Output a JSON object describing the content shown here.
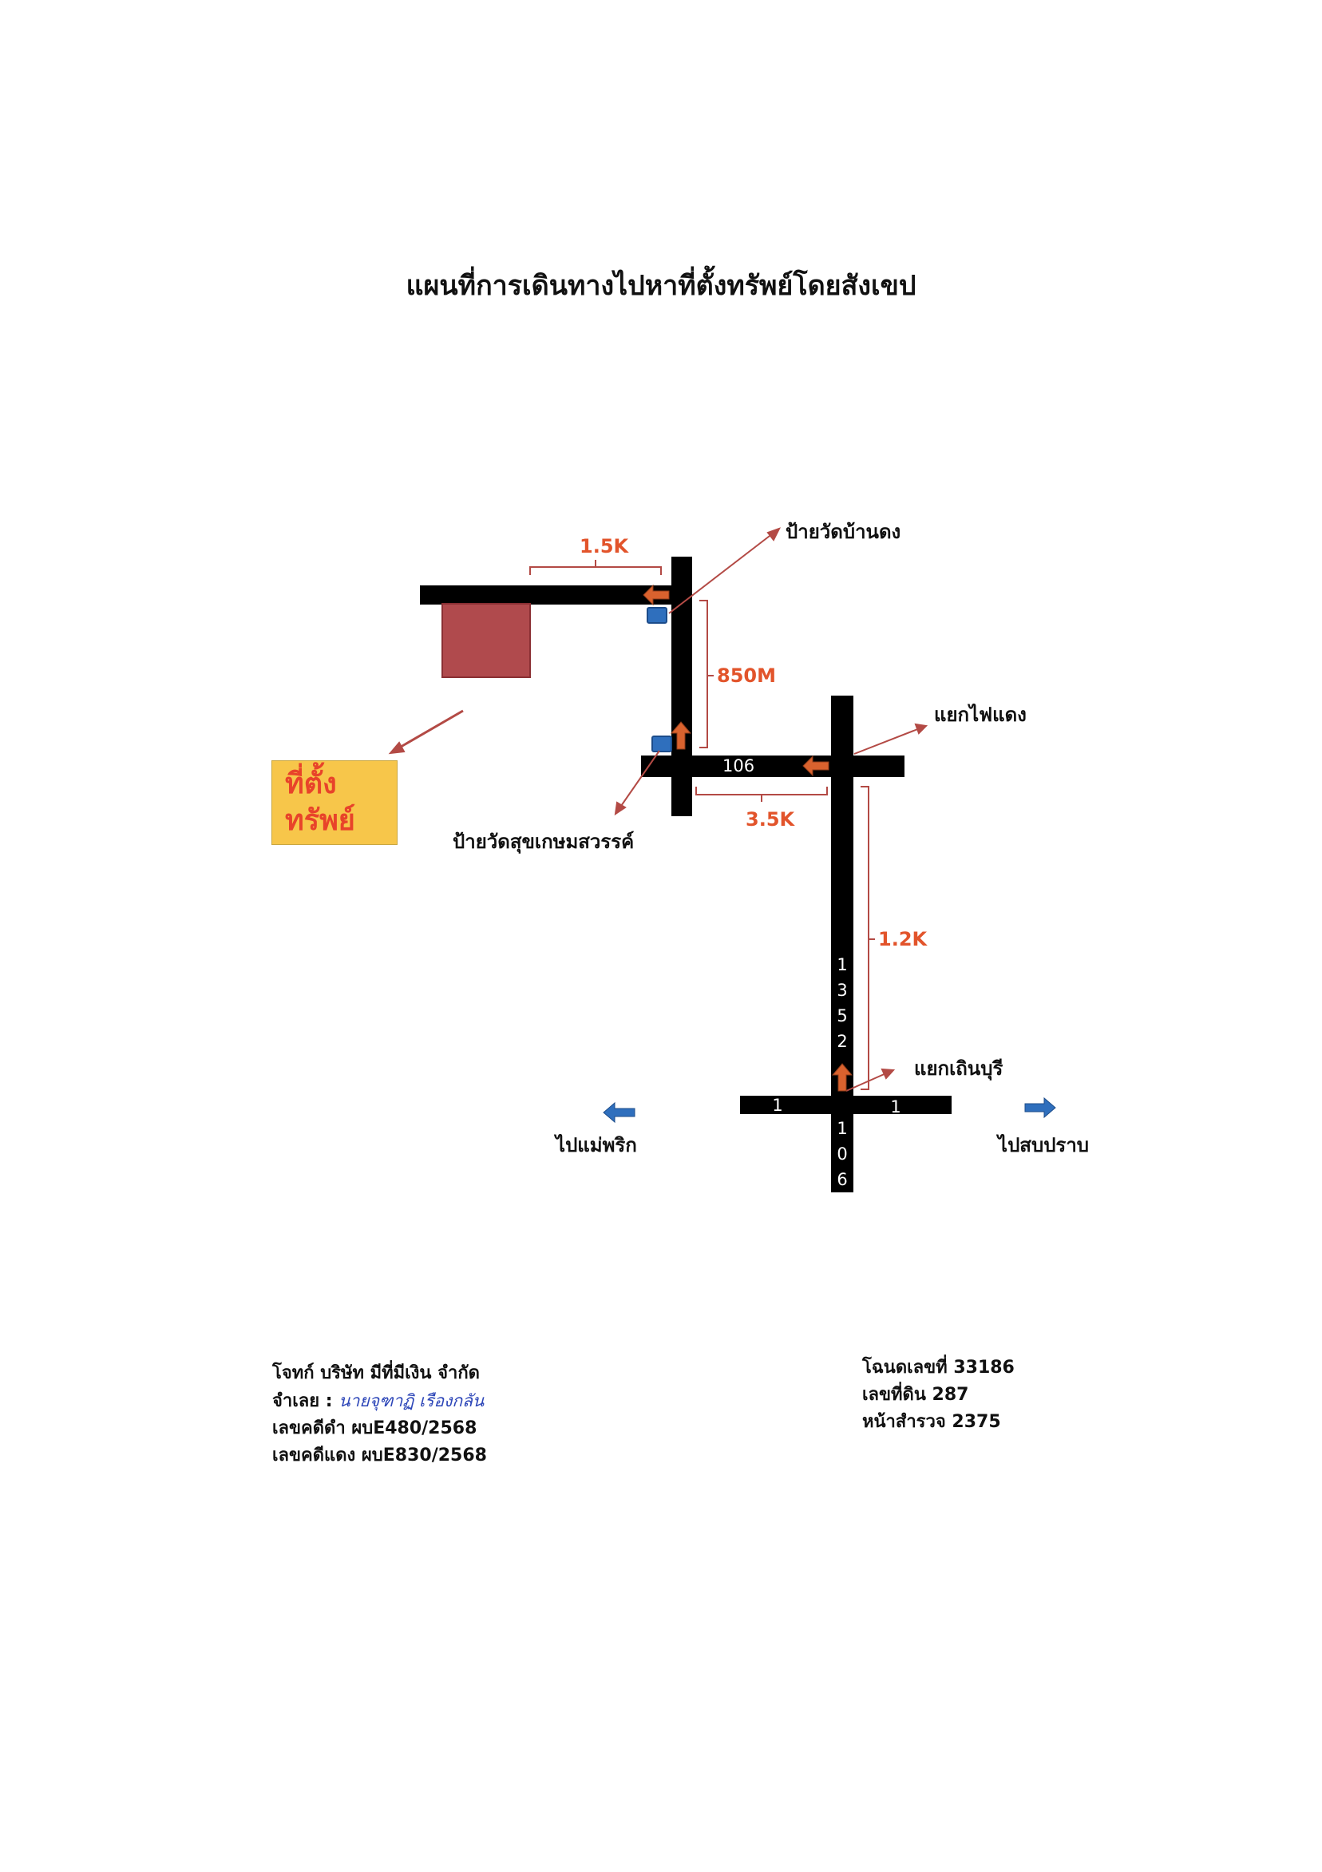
{
  "title": "แผนที่การเดินทางไปหาที่ตั้งทรัพย์โดยสังเขป",
  "target": {
    "line1": "ที่ตั้ง",
    "line2": "ทรัพย์"
  },
  "landmarks": {
    "wat_ban_dong": "ป้ายวัดบ้านดง",
    "traffic_light": "แยกไฟแดง",
    "wat_suk_kasem": "ป้ายวัดสุขเกษมสวรรค์",
    "doen_buri": "แยกเถินบุรี",
    "to_mae_phrik": "ไปแม่พริก",
    "to_sop_prap": "ไปสบปราบ"
  },
  "distances": {
    "top": "1.5K",
    "upper_vertical": "850M",
    "middle": "3.5K",
    "lower_vertical": "1.2K"
  },
  "roads": {
    "r106_horizontal": "106",
    "r1352_vertical": "1\n3\n5\n2",
    "r1_left": "1",
    "r1_right": "1",
    "r106_vertical": "1\n0\n6"
  },
  "case_info": {
    "plaintiff": "โจทก์ บริษัท มีที่มีเงิน จำกัด",
    "defendant_label": "จำเลย :",
    "defendant_name": "นายจุฑาฏิ เรืองกลัน",
    "black_case": "เลขคดีดำ ผบE480/2568",
    "red_case": "เลขคดีแดง ผบE830/2568"
  },
  "deed_info": {
    "deed_no": "โฉนดเลขที่ 33186",
    "land_no": "เลขที่ดิน 287",
    "survey_page": "หน้าสำรวจ  2375"
  },
  "colors": {
    "road": "#000000",
    "distance": "#e2542b",
    "arrow_orange": "#d9622e",
    "arrow_blue": "#2f6fbd",
    "pointer_line": "#b34a45",
    "target_bg": "#f7c64a",
    "property": "#b04a4d"
  },
  "icons": [
    "arrow-left-icon",
    "arrow-up-icon",
    "arrow-right-icon",
    "blue-sign-icon"
  ]
}
